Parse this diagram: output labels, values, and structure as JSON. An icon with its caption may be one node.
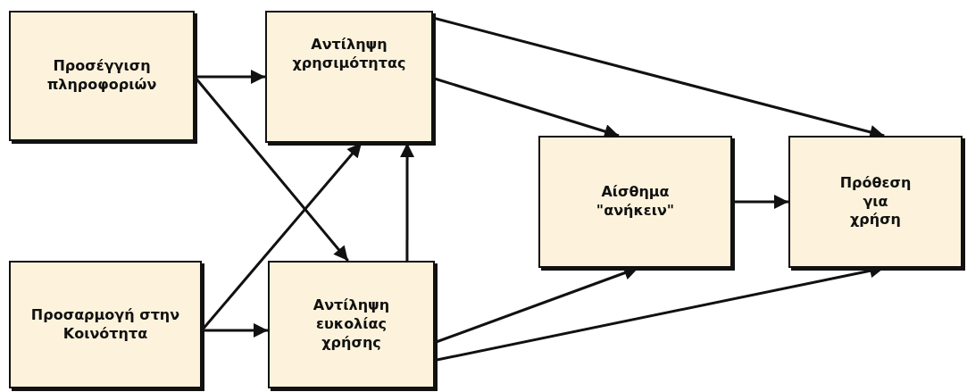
{
  "diagram": {
    "nodes": [
      {
        "text": [
          "Προσέγγιση πληροφοριών"
        ]
      },
      {
        "text": [
          "Αντίληψη χρησιμότητας"
        ]
      },
      {
        "text": [
          "Αίσθημα \"ανήκειν\""
        ]
      },
      {
        "text": [
          "Πρόθεση για χρήση"
        ]
      },
      {
        "text": [
          "Προσαρμογή στην Κοινότητα"
        ]
      },
      {
        "text": [
          "Αντίληψη ευκολίας χρήσης"
        ]
      }
    ],
    "edges": [
      {
        "from": 0,
        "to": 1,
        "arrow": "to"
      },
      {
        "from": 0,
        "to": 5,
        "arrow": "to"
      },
      {
        "from": 4,
        "to": 1,
        "arrow": "to"
      },
      {
        "from": 4,
        "to": 5,
        "arrow": "to"
      },
      {
        "from": 5,
        "to": 1,
        "arrow": "to"
      },
      {
        "from": 1,
        "to": 2,
        "arrow": "to"
      },
      {
        "from": 1,
        "to": 3,
        "arrow": "to"
      },
      {
        "from": 5,
        "to": 2,
        "arrow": "to"
      },
      {
        "from": 5,
        "to": 3,
        "arrow": "to"
      },
      {
        "from": 2,
        "to": 3,
        "arrow": "to"
      }
    ]
  }
}
